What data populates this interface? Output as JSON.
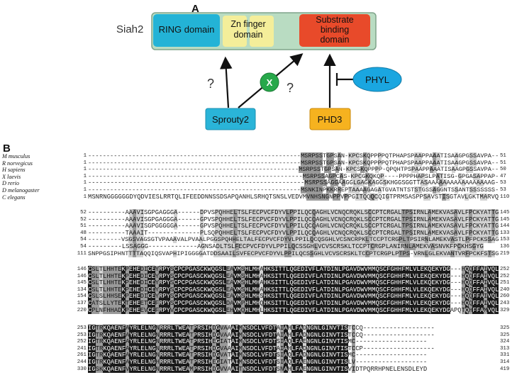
{
  "panel_a": {
    "letter": "A",
    "protein": "Siah2",
    "domains": {
      "ring": "RING domain",
      "zn_line1": "Zn finger",
      "zn_line2": "domain",
      "sbd_line1": "Substrate",
      "sbd_line2": "binding",
      "sbd_line3": "domain"
    },
    "regulators": {
      "sprouty": "Sprouty2",
      "phd3": "PHD3",
      "phyl": "PHYL",
      "x": "X"
    },
    "question_marks": [
      "?",
      "?"
    ],
    "colors": {
      "ring": "#23b3d6",
      "zn": "#f4ee9a",
      "sbd": "#e84a2a",
      "bar": "#b9dcc2",
      "sprouty": "#2ab4d8",
      "phd3": "#f6b21f",
      "phyl": "#1aa6e0",
      "x": "#27a84a"
    }
  },
  "panel_b": {
    "letter": "B",
    "species": [
      "M musculus",
      "R norvegicus",
      "H sapiens",
      "X laevis",
      "D rerio",
      "D melanogaster",
      "C elegans"
    ],
    "blocks": [
      {
        "starts": [
          "1",
          "1",
          "1",
          "1",
          "1",
          "1",
          "1"
        ],
        "ends": [
          "51",
          "51",
          "50",
          "47",
          "53",
          "53",
          "110"
        ],
        "seqs": [
          "----------------------------------------------------------MSRPSSTGPSAN-KPCSKQPPPPQTPHAPSPAAPPAAATISAAGPGSSAVPA--",
          "----------------------------------------------------------MSRPSSTGPSAN-KPCSKQPPPPQTPHAPSPAAPPAAATISAAGPGSSAVPA--",
          "----------------------------------------------------------MSRPSSTGPSAN-KPCSKQPPPP-QPQHTPSPAAPPAAATISAAGPGSSAVPA--",
          "----------------------------------------------------------MSRPSSAGPCAS-KPCGKQKQP----PPPPHAPSLPATISG-GPGASAPPAP-",
          "----------------------------------------------------------MSRPSSAGGAAGGLGAGKAGGSKHGGSGGTTASAAAAAAAAAAAAAAAAAG-",
          "----------------------------------------------------------MSNKINPKKRREPTAAAAGAGATGVATNTSTSTGSSAGGNTSSANTSSSSSSS-",
          "MSNRNGGGGGGDYQDVIESLRRTQLIFEEDDNNSSDSAPQANHLSRHQTSNSLVEDVMVNHSNGNPPVPPGITQQQCQIGTPRMSASPPSAVSTISGTAVLGKTMARVQ"
        ]
      },
      {
        "starts": [
          "52",
          "52",
          "51",
          "48",
          "54",
          "54",
          "111"
        ],
        "ends": [
          "145",
          "145",
          "144",
          "133",
          "153",
          "136",
          "219"
        ],
        "seqs": [
          "----------AAAVISGPGAGGGA------DPVSPQHHELTSLFECPVCFDYVLPPILQCQAGHLVCNQCRQKLSCCPTCRGALTPSIRNLAMEKVASAVLFPCKYATTG",
          "----------AAAVISGPGAGGGA------GPVSPQHHELTSLFECPVCFDYVLPPILQCQAGHLVCNQCRQKLSCCPTCRGALTPSIRNLAMEKVASAVLFPCKYATTG",
          "----------AAAVISGPGGGGGA------GPVSPQHHELTSLFECPVCFDYVLPPILQCQAGHLVCNQCRQKLSCCPTCRGALTPSIRNLAMEKVASAVLFPCKYATTG",
          "----------TAAAIT--------------PLSQPQHHELTSLFECPVCFDYVLPPILQCQAGHLVCNQCRQKLSCCPTCRGALTPSIRNLAMEKVASAVLFPCKYATTG",
          "---------VSGSVAGSGTVPAAAVALPVAALPGGSPQHHELTALFECPVCFDYVLPPILQCQSGHLVCSNCRPKLTCCPTCRGPLTPSIRNLAMEKVASTLPFPCKSSAG",
          "---------LSSAGGG-------------AGNSADLTSLFECPVCFDYVLPPILQCSSGHLVCVSCRSKLTCCPTCRGPLANIRNLAMEKVASNVKFPCKHSGYG",
          "SNPPGSIPHNTTTTAQQIQSVAPHIPIGGGGATDDSAAILSVFECPVCFDYVLPPILQCSSGHLVCVSCRSKLTCCPTCRGPLPTPS-VRNLGLEKVANTVRFPCKFSTSG"
        ]
      },
      {
        "starts": [
          "146",
          "146",
          "145",
          "134",
          "154",
          "137",
          "220"
        ],
        "ends": [
          "252",
          "252",
          "251",
          "240",
          "260",
          "243",
          "329"
        ],
        "seqs": [
          "CSLTLHHTEKPEHEDICEYRPYSCPCPGASCKWQGSLEAVMSHLMHAHKSITTLQGEDIVFLATDINLPGAVDWVMMQSCFGHHFMLVLEKQEKYDG---HQQFFAIVQL",
          "CSLTLHHTEKPEHEDICEYRPYSCPCPGASCKWQGSLEAVMSHLMHAHKSITTLQGEDIVFLATDINLPGAVDWVMMQSCFGHHFMLVLEKQEKYDG---HQQFFAIVQL",
          "CSLTLHHTEKPEHEDICEYRPYSCPCPGASCKWQGSLEAVMSHLMHAHKSITTLQGEDIVFLATDINLPGAVDWVMMQSCFGHHFMLVLEKQEKYDG---HQQFFAIVQL",
          "CSLTLHHTEKPEHEDICEYRPYSCPCPGASCKWQGSLEAVMSHLMHAHKSITTLQGEDIVFLATDINLPGAVDWVMMQSCFGHHFMLVLEKQEKYDG---HQQFFAIVQL",
          "CSLSLHHSEKPEHEDICEYRPYSCPCPGASCKWQGSLEAVMSHLMHSHKSITTLQGEDIVFLATDINLPGAVDWVMMQSCFGHHFMLVLEKQEKYDG---HQQFFAIVQL",
          "CATSLLYTEKTEHEETCEFRPYSCPCPGASCKWQGSLDAVMPHLMHQHKSITTLQGEDIVFLATDINLPGAVDWVMMQSCFGHHFMLVLEKQEKYDG---HQQFFAIVQL",
          "CPLNFHHADKPEHEEVCEFRPYVCPCPGASCKWQGSLEHVMQHLMHLHKSITTLQGEDIVFLATDINLPGAVDWVMMQSCFGHHFMLVLEKQEKYDGAPQTQHFFAMVQL"
        ]
      },
      {
        "starts": [
          "253",
          "253",
          "252",
          "241",
          "261",
          "244",
          "330"
        ],
        "ends": [
          "325",
          "325",
          "324",
          "313",
          "331",
          "314",
          "419"
        ],
        "seqs": [
          "IGTRKQAENFAYRLELNGNRRRLTWEATPRSIHDGVAAAIMNSDCLVFDTAIAHLFADNGNLGINVTISTCCQ-------------------",
          "IGTRKQAENFAYRLELNGNRRRLTWEATPRSIHDGVAAAIMNSDCLVFDTAIAHLFADNGNLGINVTISTCCQ-------------------",
          "IGTRKQAENFAYRLELNGNRRRLTWEATPRSIHEGIATAIMNSDCLVFDTSIAQLFAENGNLGINVTISMC-------------------",
          "IGTRKQAENFAYRLELNGNRRRLTWEATPRSIHDGVAAAIMNSDCLVFDTAIAHLFADNGNLGINVTISTCCP-------------------",
          "IGTRKQAENFAYRLELNGNRRRLTWEATPRSIHDGVATAIMNSDCLVFDTSIAQLFADNGNLGINVTISMC-------------------",
          "IGTRKQAENFAYRLELNGHRRRLTWEATPRSIHEGIATAIMNSDCLVFDTSIAQLFAENGNLGINVTISLV-------------------",
          "IGSKKQAENFVYRLELNGNRRRLTWEAMPRSIHDGVVAAITNSDCLVFDTSNAHLFAENGNLGINVTISVIDTPQRRHPNELENSDLEYD"
        ]
      }
    ]
  }
}
